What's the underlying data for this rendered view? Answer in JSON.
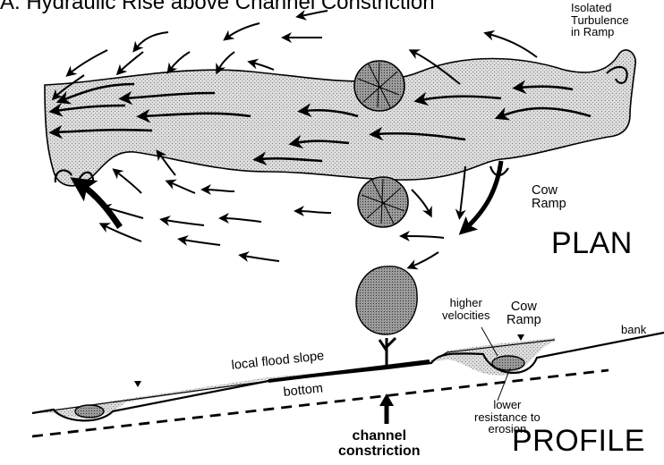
{
  "title": "A. Hydraulic Rise above Channel Constriction",
  "plan": {
    "label": "PLAN",
    "isolated_turbulence": [
      "Isolated",
      "Turbulence",
      "in Ramp"
    ],
    "cow_ramp": [
      "Cow",
      "Ramp"
    ]
  },
  "profile": {
    "label": "PROFILE",
    "higher_velocities": [
      "higher",
      "velocities"
    ],
    "cow_ramp": [
      "Cow",
      "Ramp"
    ],
    "bank": "bank",
    "local_flood_slope": "local  flood slope",
    "bottom": "bottom",
    "lower_resistance": [
      "lower",
      "resistance to",
      "erosion"
    ],
    "channel_constriction": [
      "channel",
      "constriction"
    ]
  },
  "colors": {
    "ink": "#000000",
    "water_fill": "#d6d6d6",
    "tree_fill": "#c4c4c4"
  }
}
